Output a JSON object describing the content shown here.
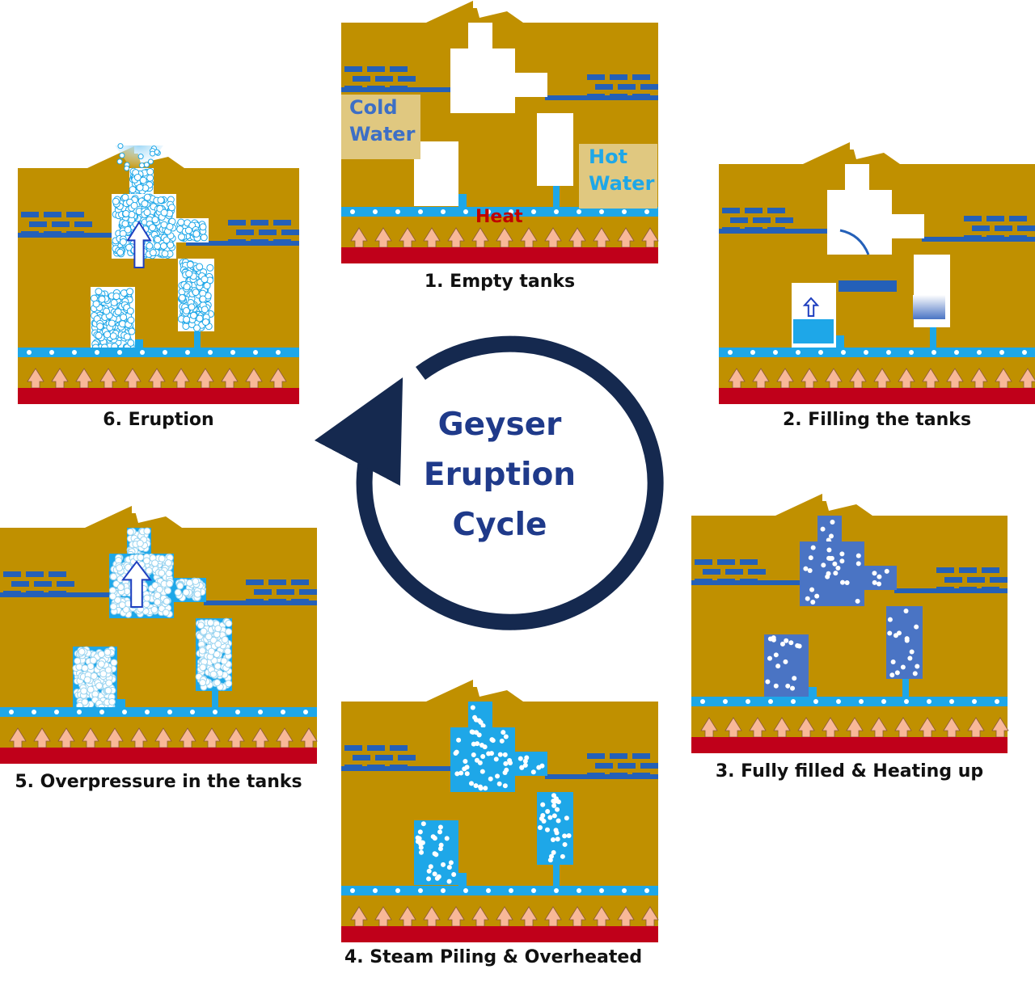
{
  "title": {
    "line1": "Geyser",
    "line2": "Eruption",
    "line3": "Cycle"
  },
  "colors": {
    "rock": "#c09000",
    "water": "#1ea7e8",
    "aquifer": "#2460b8",
    "heat_bar": "#c0001a",
    "heat_arrow": "#f8b898",
    "cycle_arrow": "#15294f",
    "label_box": "#e0c880",
    "full_water": "#4a74c4",
    "title_text": "#1f3a8a",
    "heat_text": "#c00000"
  },
  "panels": [
    {
      "id": "empty-tanks",
      "caption": "1. Empty tanks",
      "labels": {
        "cold": [
          "Cold",
          "Water"
        ],
        "hot": [
          "Hot",
          "Water"
        ],
        "heat": "Heat"
      }
    },
    {
      "id": "filling",
      "caption": "2. Filling the tanks"
    },
    {
      "id": "fully-filled",
      "caption": "3. Fully filled & Heating up"
    },
    {
      "id": "steam-piling",
      "caption": "4. Steam Piling & Overheated"
    },
    {
      "id": "overpressure",
      "caption": "5. Overpressure in the tanks"
    },
    {
      "id": "eruption",
      "caption": "6. Eruption"
    }
  ]
}
